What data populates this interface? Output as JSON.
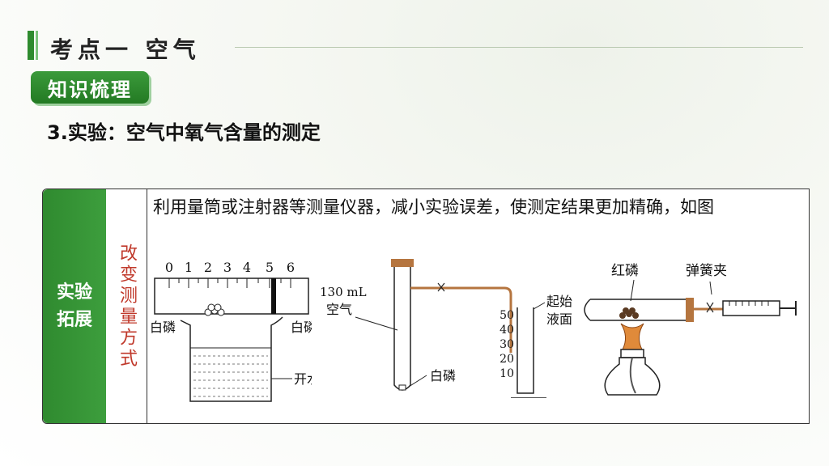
{
  "header": {
    "title": "考点一 空气"
  },
  "badge": {
    "label": "知识梳理"
  },
  "section": {
    "subtitle": "3.实验：空气中氧气含量的测定"
  },
  "table": {
    "category": "实验\n拓展",
    "subcategory": "改变测量方式",
    "description": "利用量筒或注射器等测量仪器，减小实验误差，使测定结果更加精确，如图"
  },
  "figure1": {
    "ruler_ticks": [
      "0",
      "1",
      "2",
      "3",
      "4",
      "5",
      "6"
    ],
    "label_left": "白磷",
    "label_right": "白磷",
    "label_water": "开水"
  },
  "figure2": {
    "label_air_volume": "130 mL",
    "label_air": "空气",
    "label_phosphorus": "白磷",
    "label_start": "起始",
    "label_surface": "液面",
    "cylinder_ticks": [
      "50",
      "40",
      "30",
      "20",
      "10"
    ]
  },
  "figure3": {
    "label_phosphorus": "红磷",
    "label_clamp": "弹簧夹"
  },
  "colors": {
    "accent": "#2e8b2e",
    "subcategory": "#c0392b"
  }
}
